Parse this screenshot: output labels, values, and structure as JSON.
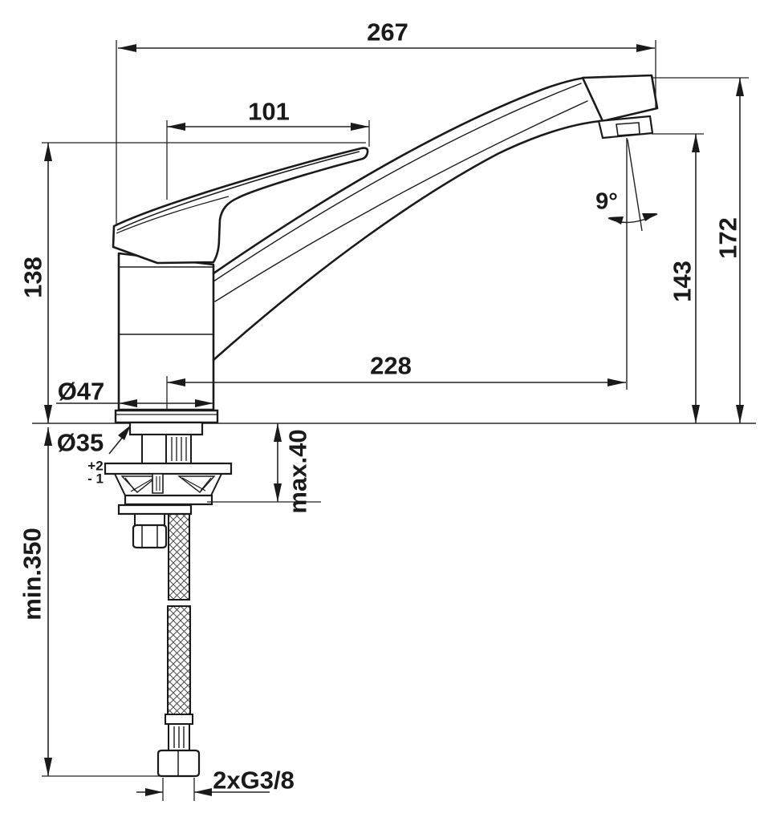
{
  "drawing": {
    "type": "technical-dimension-drawing",
    "subject": "single-lever kitchen sink mixer faucet, side view with mounting hardware and flexible supply hose",
    "units": "mm",
    "labels": {
      "overall_length": "267",
      "handle_projection": "101",
      "spout_reach": "228",
      "body_diameter": "Ø47",
      "mounting_hole_diameter": "Ø35",
      "tolerance_plus": "+2",
      "tolerance_minus": "- 1",
      "max_counter_thickness": "max.40",
      "handle_height": "138",
      "min_hose_clearance": "min.350",
      "outlet_height": "143",
      "overall_height": "172",
      "outlet_angle": "9°",
      "hose_connection": "2xG3/8"
    },
    "line_color": "#1c1c1c",
    "background_color": "#ffffff"
  }
}
